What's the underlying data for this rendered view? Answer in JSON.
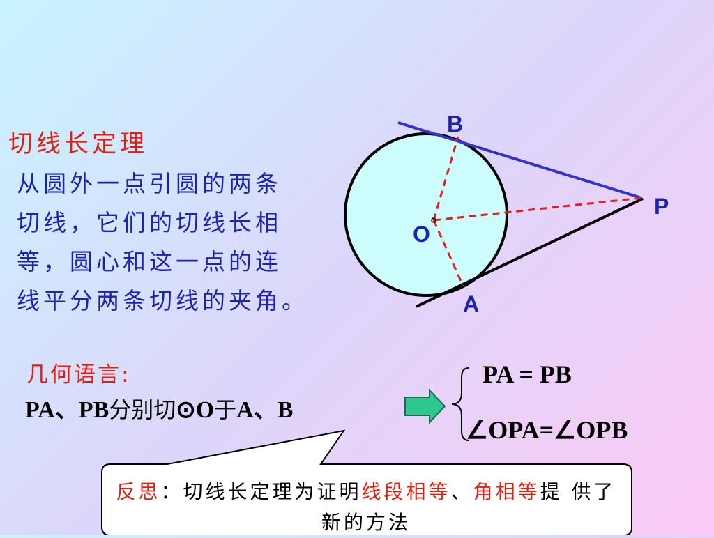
{
  "colors": {
    "title_red": "#e02010",
    "text_blue": "#1c24ac",
    "circle_fill": "#ccfcfc",
    "tangent_blue": "#3434c8",
    "dashed_red": "#e02020",
    "arrow_green": "#2cc890"
  },
  "theorem": {
    "title": "切线长定理",
    "lines": [
      "从圆外一点引圆的两条",
      "切线，它们的切线长相",
      "等，圆心和这一点的连",
      "线平分两条切线的夹角。"
    ]
  },
  "figure": {
    "labels": {
      "B": "B",
      "P": "P",
      "O": "O",
      "A": "A"
    }
  },
  "geometry_language": {
    "label": "几何语言:",
    "given": {
      "pa_pb": "PA、PB",
      "verb": "分别切",
      "circle_o": "⊙O",
      "at": "于",
      "ab": "A、B"
    },
    "results": [
      "PA =  PB",
      "∠OPA=∠OPB"
    ]
  },
  "reflection": {
    "label": "反思",
    "colon": "：",
    "text1": "切线长定理为证明",
    "hl1": "线段相等",
    "sep": "、",
    "hl2": "角相等",
    "text2": "提 供了新的方法"
  },
  "icons": [
    "right-arrow-icon",
    "left-brace-icon",
    "callout-bubble"
  ]
}
